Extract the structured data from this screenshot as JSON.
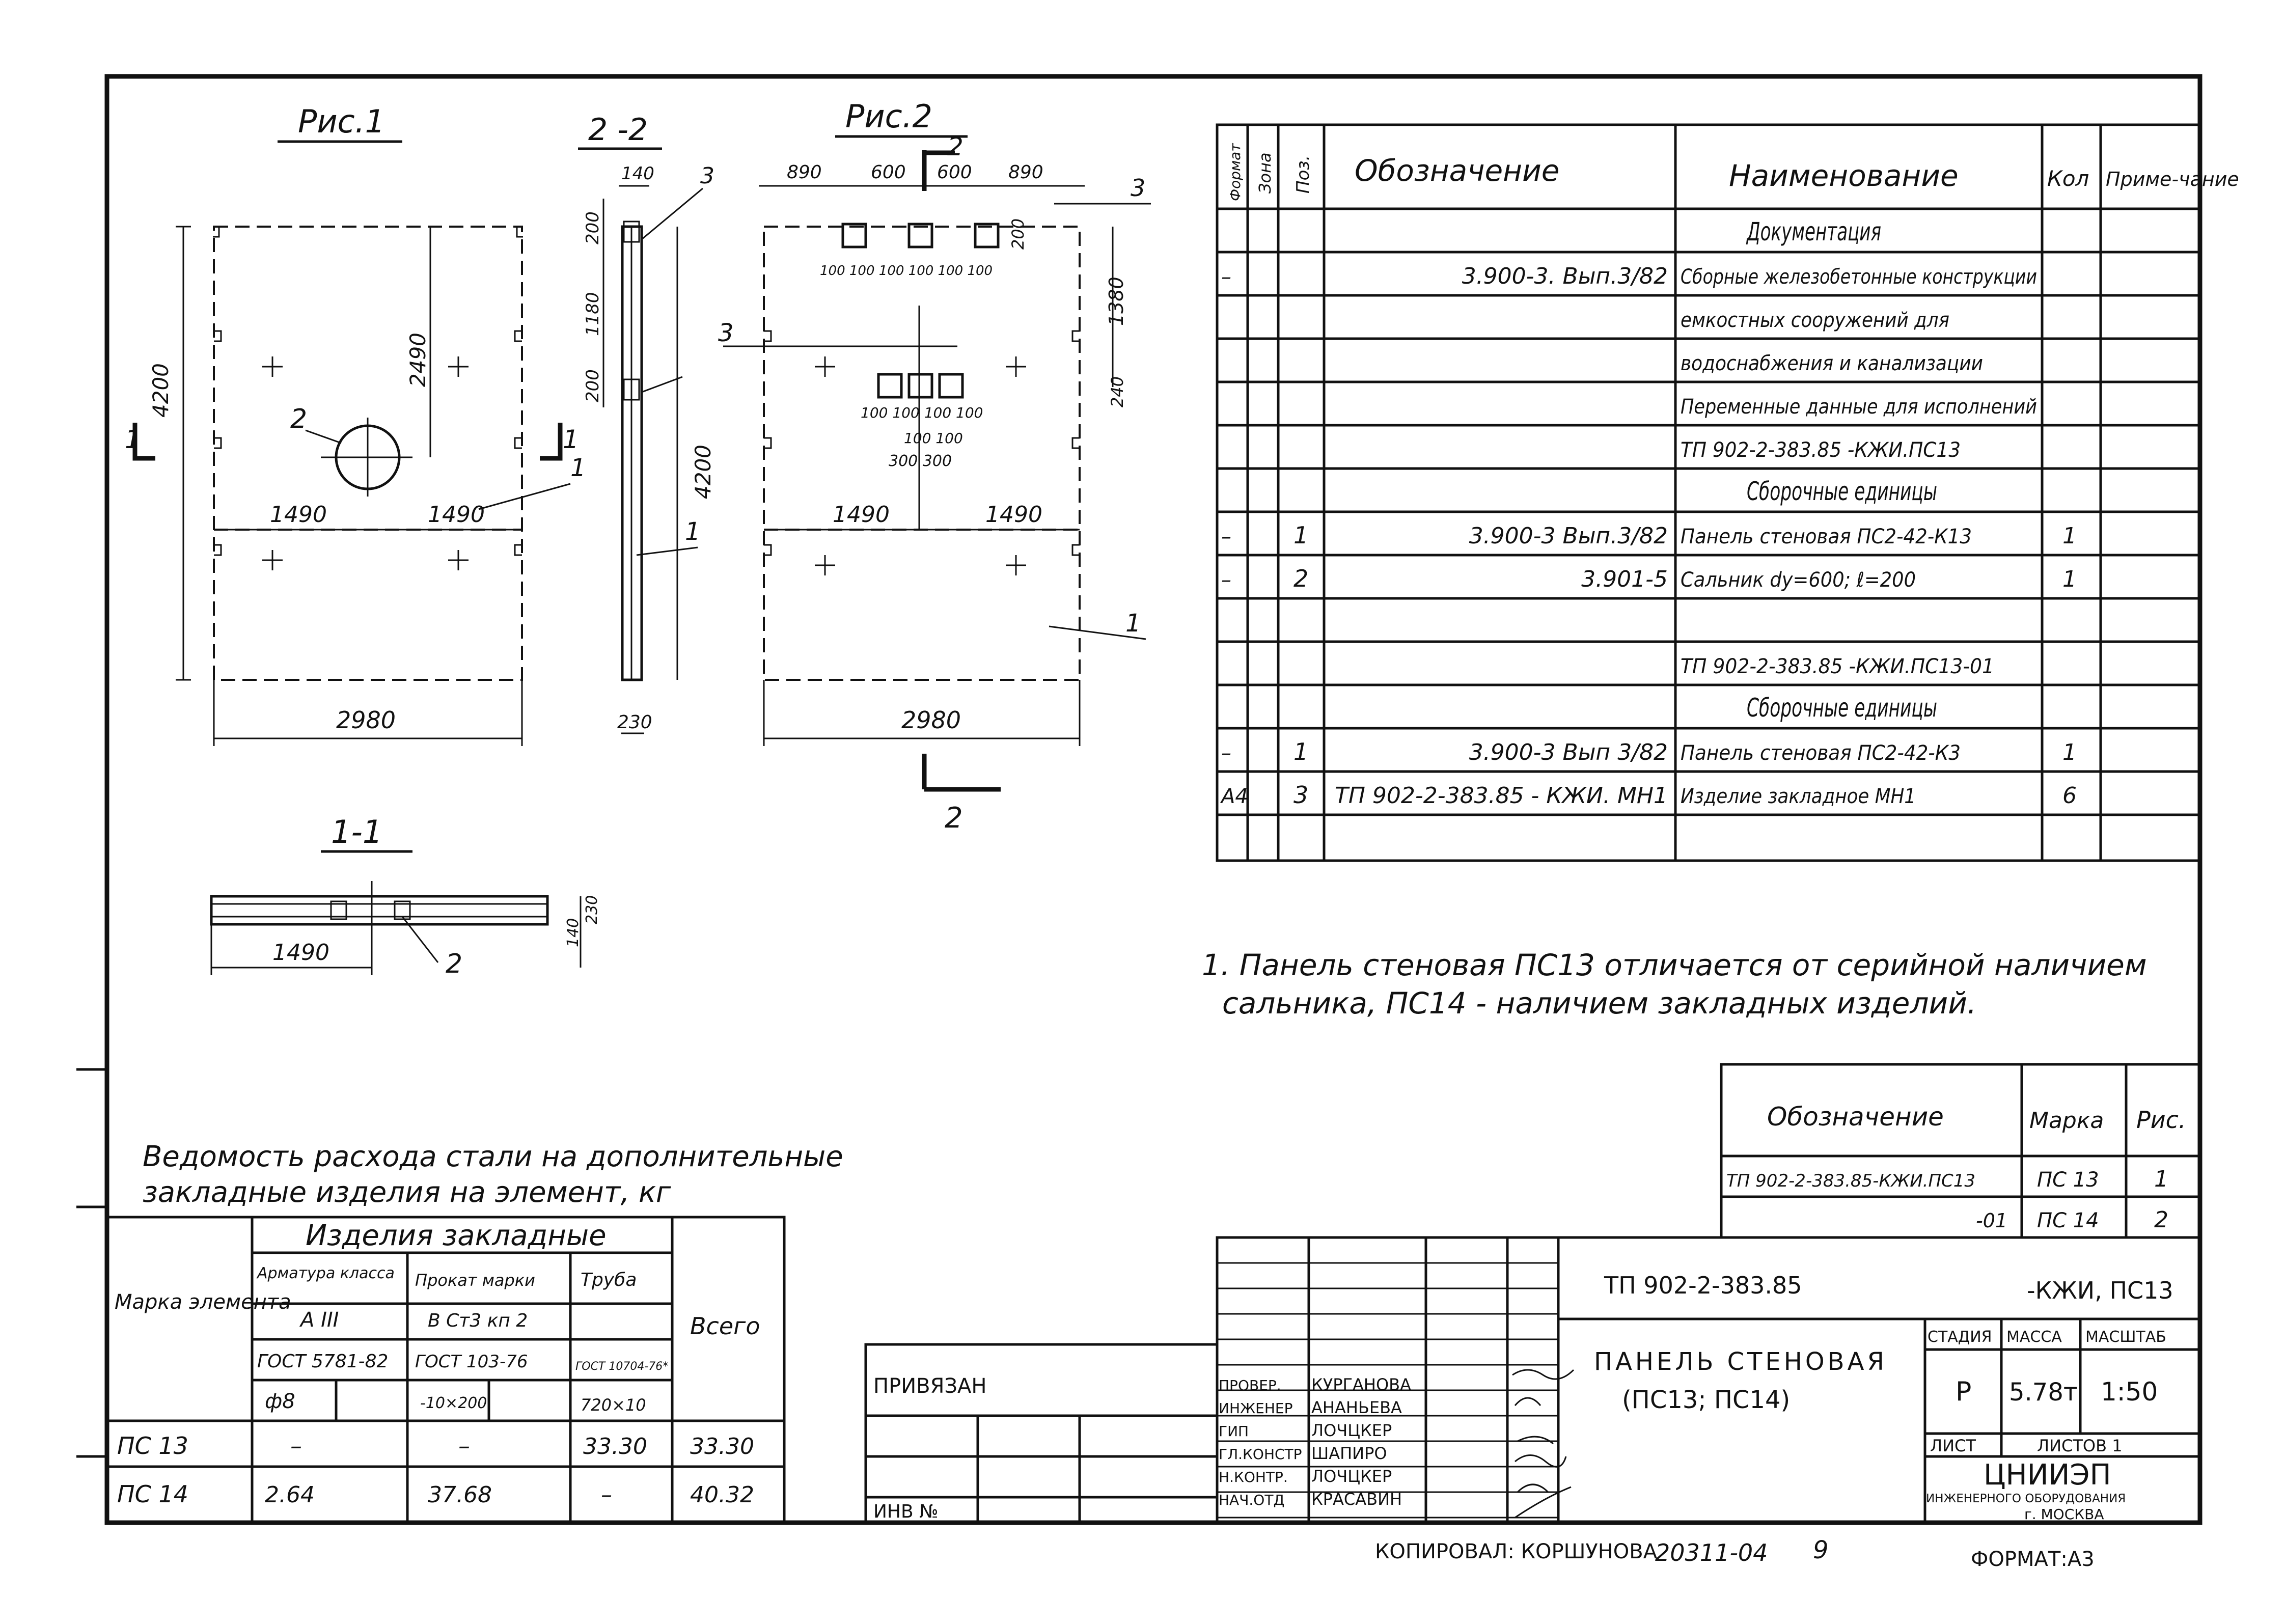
{
  "figures": {
    "fig1_title": "Рис.1",
    "fig2_title": "Рис.2",
    "section22_title": "2 -2",
    "section11_title": "1-1",
    "fig1_dims": {
      "height": "4200",
      "upper": "2490",
      "left": "1490",
      "right": "1490",
      "width": "2980"
    },
    "fig1_labels": {
      "hole": "2",
      "panel": "1",
      "cut_left": "1",
      "cut_right": "1"
    },
    "sec22_dims": {
      "top": "140",
      "d200a": "200",
      "d1180": "1180",
      "d200b": "200",
      "total": "4200",
      "bottom": "230"
    },
    "sec22_labels": {
      "emb": "3",
      "panel": "1"
    },
    "fig2_dims": {
      "d890a": "890",
      "d600a": "600",
      "d600b": "600",
      "d890b": "890",
      "d200": "200",
      "d1380": "1380",
      "d240": "240",
      "left": "1490",
      "right": "1490",
      "width": "2980"
    },
    "fig2_small": {
      "top": "100 100 100 100 100 100",
      "mid": "100 100 100 100",
      "mid2": "100 100",
      "mid3": "300 300"
    },
    "fig2_labels": {
      "cut": "2",
      "emb_top": "3",
      "emb_mid": "3",
      "panel": "1",
      "cut_bottom": "2"
    },
    "sec11_dims": {
      "width": "1490",
      "h140": "140",
      "h230": "230"
    },
    "sec11_labels": {
      "gland": "2"
    }
  },
  "spec": {
    "headers": {
      "format": "Формат",
      "zone": "Зона",
      "pos": "Поз.",
      "designation": "Обозначение",
      "name": "Наименование",
      "qty": "Кол",
      "note": "Приме-чание"
    },
    "rows": [
      {
        "format": "",
        "pos": "",
        "designation": "",
        "name": "Документация",
        "qty": ""
      },
      {
        "format": "–",
        "pos": "",
        "designation": "3.900-3. Вып.3/82",
        "name": "Сборные железобетонные конструкции",
        "qty": ""
      },
      {
        "format": "",
        "pos": "",
        "designation": "",
        "name": "емкостных сооружений для",
        "qty": ""
      },
      {
        "format": "",
        "pos": "",
        "designation": "",
        "name": "водоснабжения и канализации",
        "qty": ""
      },
      {
        "format": "",
        "pos": "",
        "designation": "",
        "name": "Переменные данные для исполнений",
        "qty": ""
      },
      {
        "format": "",
        "pos": "",
        "designation": "",
        "name": "ТП 902-2-383.85 -КЖИ.ПС13",
        "qty": ""
      },
      {
        "format": "",
        "pos": "",
        "designation": "",
        "name": "Сборочные единицы",
        "qty": ""
      },
      {
        "format": "–",
        "pos": "1",
        "designation": "3.900-3 Вып.3/82",
        "name": "Панель стеновая ПС2-42-К13",
        "qty": "1"
      },
      {
        "format": "–",
        "pos": "2",
        "designation": "3.901-5",
        "name": "Сальник dy=600; ℓ=200",
        "qty": "1"
      },
      {
        "format": "",
        "pos": "",
        "designation": "",
        "name": "",
        "qty": ""
      },
      {
        "format": "",
        "pos": "",
        "designation": "",
        "name": "ТП 902-2-383.85 -КЖИ.ПС13-01",
        "qty": ""
      },
      {
        "format": "",
        "pos": "",
        "designation": "",
        "name": "Сборочные единицы",
        "qty": ""
      },
      {
        "format": "–",
        "pos": "1",
        "designation": "3.900-3 Вып 3/82",
        "name": "Панель стеновая ПС2-42-К3",
        "qty": "1"
      },
      {
        "format": "А4",
        "pos": "3",
        "designation": "ТП 902-2-383.85 - КЖИ. МН1",
        "name": "Изделие закладное МН1",
        "qty": "6"
      },
      {
        "format": "",
        "pos": "",
        "designation": "",
        "name": "",
        "qty": ""
      }
    ]
  },
  "note": {
    "line1": "1. Панель стеновая ПС13 отличается от серийной наличием",
    "line2": "сальника, ПС14 - наличием закладных изделий."
  },
  "variants": {
    "headers": {
      "designation": "Обозначение",
      "mark": "Марка",
      "fig": "Рис."
    },
    "rows": [
      {
        "designation": "ТП 902-2-383.85-КЖИ.ПС13",
        "mark": "ПС 13",
        "fig": "1"
      },
      {
        "designation": "-01",
        "mark": "ПС 14",
        "fig": "2"
      }
    ]
  },
  "steel": {
    "title1": "Ведомость расхода стали на дополнительные",
    "title2": "закладные изделия на элемент, кг",
    "group": "Изделия закладные",
    "mark_header": "Марка элемента",
    "total_header": "Всего",
    "cols": [
      {
        "h1": "Арматура класса",
        "h2": "А III",
        "h3": "ГОСТ 5781-82",
        "h4": "ф8"
      },
      {
        "h1": "Прокат марки",
        "h2": "В Ст3 кп 2",
        "h3": "ГОСТ 103-76",
        "h4": "-10×200"
      },
      {
        "h1": "Труба",
        "h2": "",
        "h3": "ГОСТ 10704-76*",
        "h4": "720×10"
      }
    ],
    "rows": [
      {
        "mark": "ПС 13",
        "arm": "–",
        "prokat": "–",
        "truba": "33.30",
        "total": "33.30"
      },
      {
        "mark": "ПС 14",
        "arm": "2.64",
        "prokat": "37.68",
        "truba": "–",
        "total": "40.32"
      }
    ]
  },
  "stamp": {
    "privyazan": "ПРИВЯЗАН",
    "inv": "ИНВ №",
    "project_code": "ТП 902-2-383.85",
    "project_suffix": "-КЖИ, ПС13",
    "title1": "ПАНЕЛЬ СТЕНОВАЯ",
    "title2": "(ПС13; ПС14)",
    "stage_label": "СТАДИЯ",
    "mass_label": "МАССА",
    "scale_label": "МАСШТАБ",
    "stage": "Р",
    "mass": "5.78т",
    "scale": "1:50",
    "sheet_label": "ЛИСТ",
    "sheets_label": "ЛИСТОВ 1",
    "org1": "ЦНИИЭП",
    "org2": "ИНЖЕНЕРНОГО ОБОРУДОВАНИЯ",
    "org3": "г. МОСКВА",
    "signers": [
      {
        "role": "ПРОВЕР.",
        "name": "КУРГАНОВА"
      },
      {
        "role": "ИНЖЕНЕР",
        "name": "АНАНЬЕВА"
      },
      {
        "role": "ГИП",
        "name": "ЛОЧЦКЕР"
      },
      {
        "role": "ГЛ.КОНСТР",
        "name": "ШАПИРО"
      },
      {
        "role": "Н.КОНТР.",
        "name": "ЛОЧЦКЕР"
      },
      {
        "role": "НАЧ.ОТД",
        "name": "КРАСАВИН"
      }
    ],
    "copied": "КОПИРОВАЛ: КОРШУНОВА",
    "copy_no": "20311-04",
    "sheet_no": "9",
    "format": "ФОРМАТ:А3"
  }
}
